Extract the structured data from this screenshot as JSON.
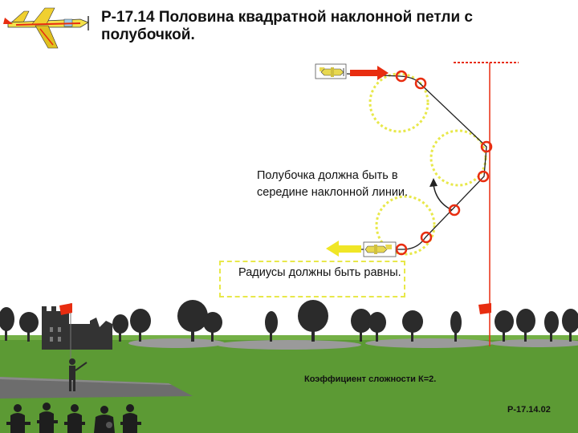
{
  "title": "Р-17.14 Половина квадратной наклонной петли с полубочкой.",
  "notes": {
    "half_roll": "Полубочка должна быть в середине наклонной линии.",
    "radii": "Радиусы должны быть равны."
  },
  "difficulty": "Коэффициент сложности К=2.",
  "figure_code": "Р-17.14.02",
  "colors": {
    "sky": "#ffffff",
    "grass": "#5c9a34",
    "path": "#222222",
    "marker": "#e82d10",
    "radius_circle": "#e8e84a",
    "entry_arrow": "#e82d10",
    "exit_arrow": "#f0e626",
    "judge_line": "#e82d10",
    "tree": "#2b2b2b"
  },
  "icons": [
    "airplane-logo-icon",
    "plane-entry-icon",
    "plane-exit-icon",
    "flag-icon",
    "pilot-icon",
    "judge-icon"
  ]
}
